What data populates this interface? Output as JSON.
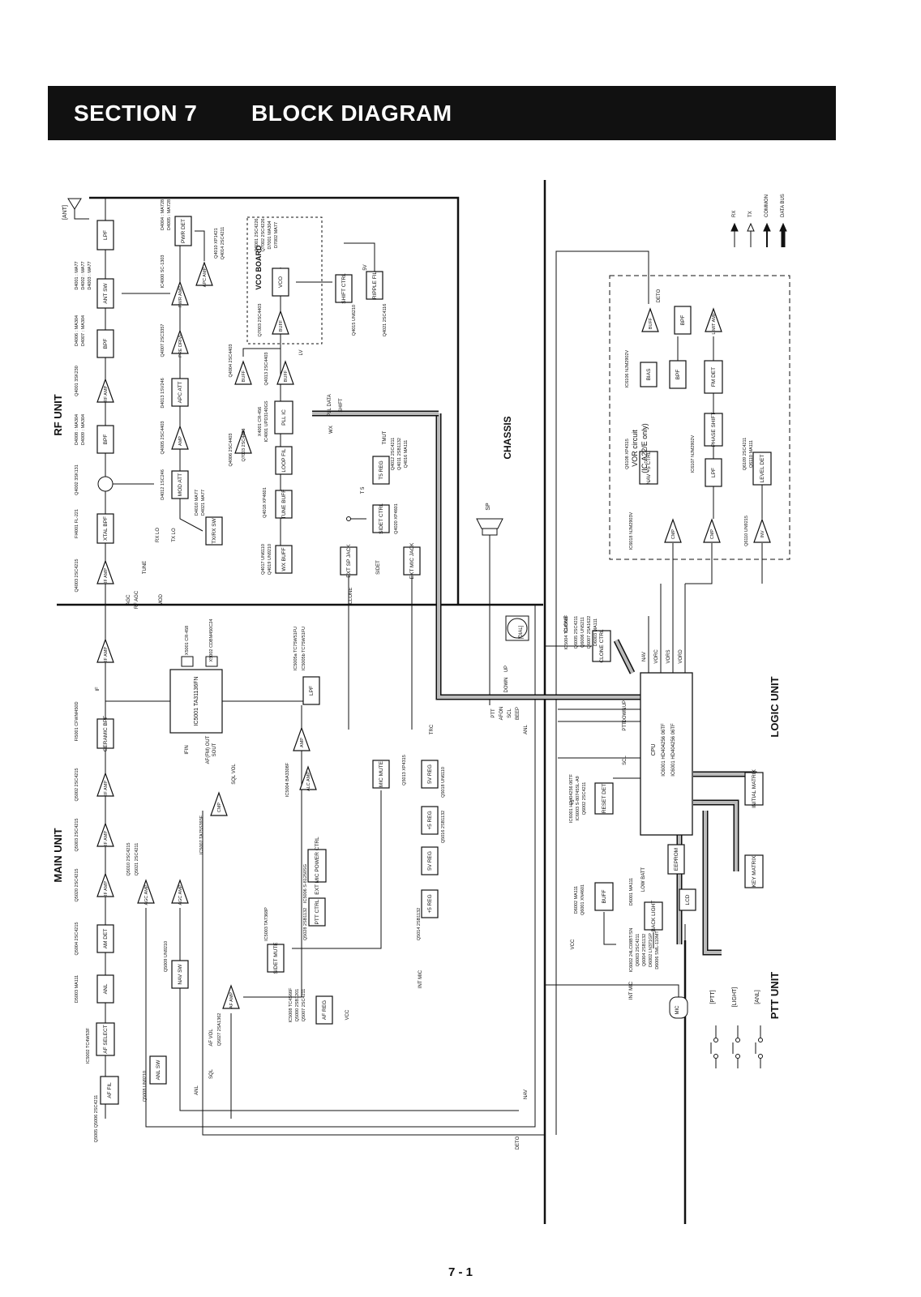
{
  "header": {
    "section": "SECTION 7",
    "title": "BLOCK DIAGRAM"
  },
  "page_number": "7 - 1",
  "units": {
    "rf": "RF UNIT",
    "main": "MAIN UNIT",
    "logic": "LOGIC UNIT",
    "ptt": "PTT UNIT",
    "chassis": "CHASSIS"
  },
  "vco_board": "VCO BOARD",
  "vor": {
    "title": "VOR circuit",
    "note": "(IC-A22/E only)"
  },
  "legend": [
    "RX",
    "TX",
    "COMMON",
    "DATA BUS"
  ],
  "antenna": "[ANT]",
  "rf_blocks": [
    "LPF",
    "ANT SW",
    "BPF",
    "RF AMP",
    "BPF",
    "XTAL BPF",
    "IF AMP",
    "PWR DET",
    "APC AMP",
    "PWR AMP",
    "PRE DRIVE",
    "APC ATT",
    "AMP",
    "MOD ATT",
    "TX/RX SW",
    "VCO",
    "BUFF",
    "BUFF",
    "BUFF",
    "PLL IC",
    "LOOP FIL",
    "TUNE BUFF",
    "WX BUFF",
    "SHIFT CTRL",
    "RIPPLE FIL",
    "T5 REG",
    "SIDET CTRL",
    "EXT SP JACK",
    "EXT MIC JACK"
  ],
  "rf_parts": [
    "D4001 : MA77",
    "D4002 : MA77",
    "D4003 : MA77",
    "D4006 : MA304",
    "D4007 : MA304",
    "Q4001 3SK230",
    "D4008 : MA304",
    "D4009 : MA304",
    "Q4002 3SK131",
    "FI4001 FL-221",
    "Q4003 2SC4215",
    "D4004 : MA728",
    "D4005 : MA728",
    "IC4000 SC-1303",
    "Q4010 XP1421",
    "Q4014 2SC4211",
    "Q4007 2SC3357",
    "D4013 1SV246",
    "Q4005 2SC4403",
    "D4012 1SC246",
    "D4010 MA77",
    "D4021 MA77",
    "Q4004 2SC4403",
    "Q4006 2SC4403",
    "Q7003 2SC4403",
    "Q7001 2SC4226",
    "Q7002 2SC4226",
    "D7001 MA304",
    "D7002 MA77",
    "Q4013 2SC4403",
    "X4001 CR-456",
    "IC4001 UPD3140GS",
    "Q4018 XP4601",
    "Q4017 UN6110",
    "Q4019 UN9210",
    "Q4015 UN6210",
    "Q4021 2SC4116",
    "Q4012 2SC4211",
    "Q4011 2SB1132",
    "Q4016 MA111",
    "Q4020 XP4601"
  ],
  "rf_signals": [
    "TX LO",
    "RX LO",
    "TUNE",
    "AGC",
    "RF AGC",
    "MOD",
    "PLL DATA",
    "LV",
    "WX",
    "SHIFT",
    "TMUT",
    "5V",
    "T 5",
    "SIDET",
    "CLONE",
    "UP",
    "DOWN",
    "[DIAL]",
    "SP"
  ],
  "main_blocks": [
    "IF AMP",
    "CERAMIC BPF",
    "IF AMP",
    "IF AMP",
    "IF AMP",
    "AM DET",
    "ANL",
    "AF SELECT",
    "AF FIL",
    "ANL SW",
    "NAV SW",
    "AGC AMP",
    "AGC AMP",
    "CMP",
    "LPF",
    "AMP",
    "ALC AMP",
    "MIC MUTE",
    "5V REG",
    "+5 REG",
    "5V REG",
    "+5 REG",
    "EXT MIC POWER CTRL",
    "PTT CTRL",
    "SIDET MUTE",
    "AF AMP",
    "AF REG"
  ],
  "main_parts": [
    "X5001 CR-458",
    "X5002 CDBM450C24",
    "IC5001 TA31136FN",
    "FI5001 CFWM450D",
    "Q5002 2SC4215",
    "Q5003 2SC4215",
    "Q5020 2SC4215",
    "Q5004 2SC4215",
    "D5003 MA111",
    "IC5002 TC4W53F",
    "Q5005 Q5006 2SC4211",
    "Q5008 UN9210",
    "Q5009 UN9210",
    "Q5010 2SC4215",
    "Q5021 2SC4211",
    "IC5007 TA75S393F",
    "IC5005a TC75W51FU",
    "IC5005b TC75W51FU",
    "IC5004 BA3308F",
    "Q5013 XP4315",
    "Q5018 UN6110",
    "Q5016 2SB1132",
    "Q5014 2SB1132",
    "IC5006 S-81250SG",
    "Q5028 2SB1132",
    "Q5027 2SA1362",
    "IC5003 TA7368P",
    "IC5008 TC4S66F",
    "Q5000 2SB1201",
    "Q5007 2SC4211",
    "D5010 MA111"
  ],
  "main_signals": [
    "IF",
    "IFIN",
    "AF(FM) OUT",
    "SOUT",
    "SQL VOL",
    "AF VOL",
    "ANL",
    "NAV",
    "SQL",
    "DETO",
    "TRC",
    "PTT",
    "AFON",
    "SCL",
    "BEEP",
    "ANL",
    "INT MIC",
    "VCC"
  ],
  "logic_blocks": [
    "CLONE CTRL",
    "CPU",
    "RESET DET",
    "INITIAL MATRIX",
    "KEY MATRIX",
    "LCD",
    "EEPROM",
    "BUFF",
    "BACK LIGHT",
    "MIC"
  ],
  "logic_parts": [
    "IC5004 TC4S66F",
    "Q6005 2SC4211",
    "Q6006 UN5211",
    "Q6007 2SA1622",
    "D6003 MA111",
    "IC6001 HD404256 06TF",
    "IC6003 S-80745SL-A9",
    "Q6002 2SC4211",
    "D6002 MA111",
    "Q6001 XN4601",
    "D6001 MA111",
    "IC6002 24LC08BT/SN",
    "Q6003 2SC4211",
    "Q6004 2SB1132",
    "D6002 LN371GP",
    "D6006 SML-110MT"
  ],
  "logic_signals": [
    "NAV",
    "VORC",
    "VORS",
    "VORD",
    "UP",
    "DOWN",
    "PTT",
    "SCL",
    "LOW BATT",
    "+5",
    "VCC",
    "CLONE",
    "INT MIC"
  ],
  "vor_blocks": [
    "BUFF",
    "BPF",
    "LIMIT AMP",
    "BIAS",
    "BPF",
    "FM DET",
    "PHASE SHIFT",
    "LPF",
    "LEVEL DET",
    "NAV +5 CTRL",
    "CMP",
    "CMP",
    "INV",
    "DETO"
  ],
  "vor_parts": [
    "IC6106 NJM2902V",
    "Q6108 XP4315",
    "IC6107 NJM2902V",
    "Q6109 2SC4211",
    "Q6110 MA111",
    "IC6018 NJM2903V",
    "Q6110 UN9215"
  ],
  "ptt_switches": [
    "[PTT]",
    "[LIGHT]",
    "[ANL]"
  ]
}
